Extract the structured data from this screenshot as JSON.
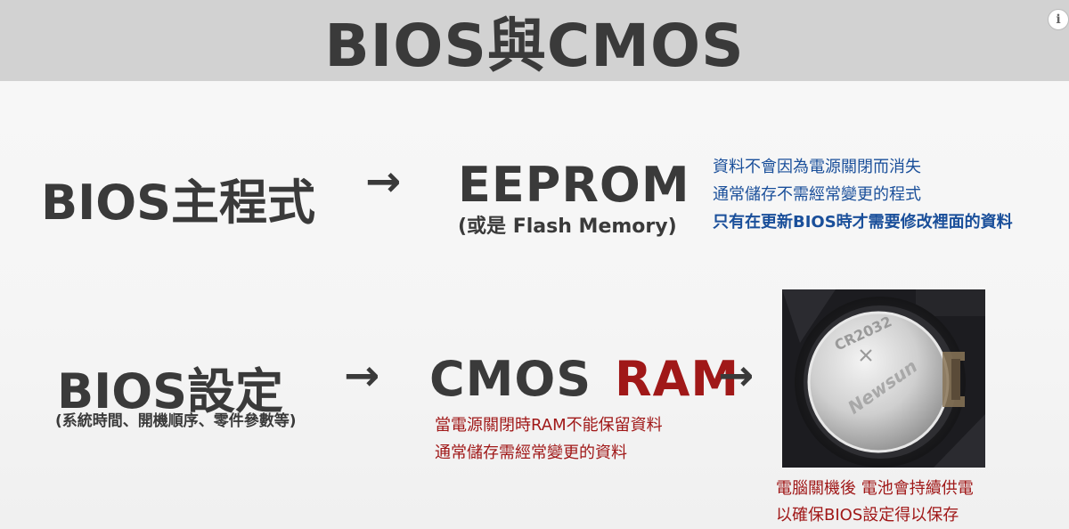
{
  "header": {
    "title": "BIOS與CMOS"
  },
  "info_icon": "info-icon",
  "row1": {
    "left_label": "BIOS主程式",
    "arrow": "→",
    "target": "EEPROM",
    "target_sub": "(或是 Flash Memory)",
    "notes": [
      "資料不會因為電源關閉而消失",
      "通常儲存不需經常變更的程式",
      "只有在更新BIOS時才需要修改裡面的資料"
    ]
  },
  "row2": {
    "left_label": "BIOS設定",
    "left_sub": "(系統時間、開機順序、零件參數等)",
    "arrow1": "→",
    "target_main": "CMOS",
    "target_accent": "RAM",
    "arrow2": "→",
    "notes": [
      "當電源關閉時RAM不能保留資料",
      "通常儲存需經常變更的資料"
    ],
    "battery_text": "CR2032",
    "battery_brand": "Newsun",
    "caption": [
      "電腦關機後 電池會持續供電",
      "以確保BIOS設定得以保存"
    ]
  },
  "colors": {
    "blue_note": "#1a4f9a",
    "red_note": "#a01818",
    "accent": "#a01818"
  }
}
